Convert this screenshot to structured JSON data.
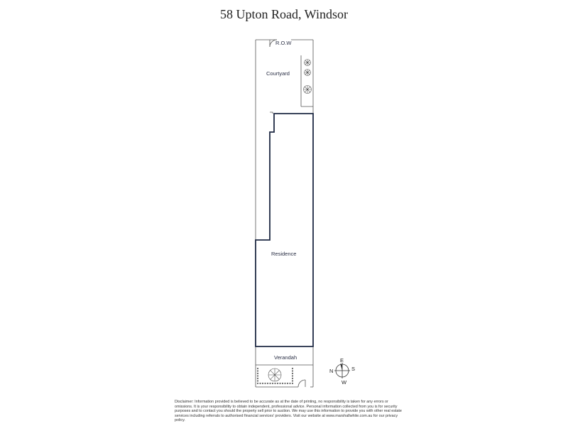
{
  "title": "58 Upton Road, Windsor",
  "rooms": {
    "row": "R.O.W",
    "courtyard": "Courtyard",
    "residence": "Residence",
    "verandah": "Verandah"
  },
  "compass": {
    "n": "N",
    "e": "E",
    "s": "S",
    "w": "W"
  },
  "disclaimer": "Disclaimer: Information provided is believed to be accurate as at the date of printing, no responsibility is taken for any errors or omissions. It is your responsibility to obtain independent, professional advice. Personal information collected from you is for security purposes and to contact you should the property sell prior to auction. We may use this information to provide you with other real estate services including referrals to authorised financial services' providers. Visit our website at www.marshallwhite.com.au for our privacy policy.",
  "colors": {
    "outline": "#1f2a44",
    "light_outline": "#555555"
  }
}
